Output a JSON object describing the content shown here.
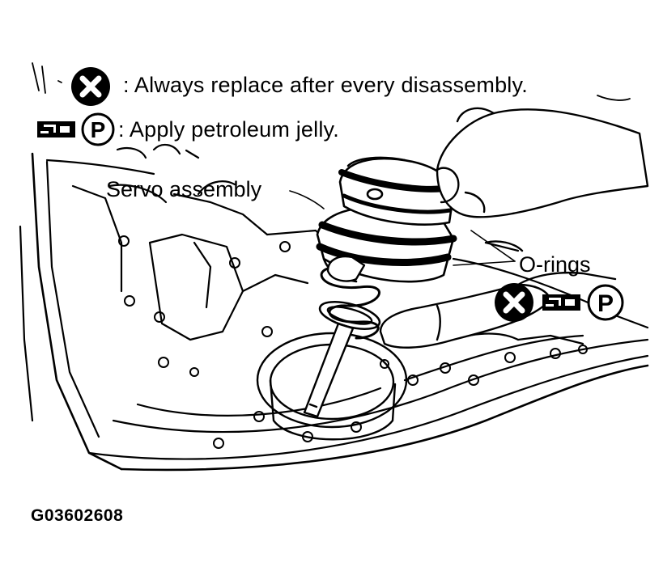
{
  "legend": {
    "replace_text": ": Always replace after every disassembly.",
    "replace_icon": "replace-x-icon",
    "jelly_text": ": Apply petroleum jelly.",
    "jelly_icons": [
      "grease-gun-icon",
      "petroleum-p-icon"
    ]
  },
  "callouts": {
    "servo": "Servo assembly",
    "orings": "O-rings",
    "oring_icons": [
      "replace-x-icon",
      "grease-gun-icon",
      "petroleum-p-icon"
    ]
  },
  "figure_number": "G03602608",
  "colors": {
    "ink": "#000000",
    "paper": "#ffffff"
  }
}
